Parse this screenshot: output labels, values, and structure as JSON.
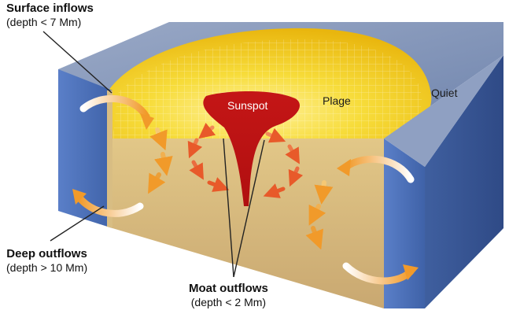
{
  "labels": {
    "surface_inflows": {
      "title": "Surface inflows",
      "sub": "(depth < 7 Mm)"
    },
    "deep_outflows": {
      "title": "Deep outflows",
      "sub": "(depth > 10 Mm)"
    },
    "moat_outflows": {
      "title": "Moat outflows",
      "sub": "(depth < 2 Mm)"
    },
    "sunspot": "Sunspot",
    "plage": "Plage",
    "quiet": "Quiet"
  },
  "colors": {
    "quiet_blue": "#4a6fb8",
    "plage_yellow": "#f3d21a",
    "interior_tan": "#d8bd83",
    "sunspot_red": "#c81a1a",
    "flow_orange": "#f0a02a"
  }
}
